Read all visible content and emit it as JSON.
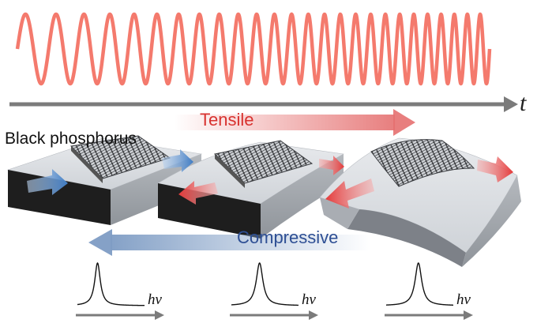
{
  "labels": {
    "material": "Black phosphorus",
    "tensile": "Tensile",
    "compressive": "Compressive",
    "time_axis": "t",
    "photon_energy": "hv"
  },
  "colors": {
    "wave": "#f47a6d",
    "tensile_text": "#d8322f",
    "compressive_text": "#2e4f94",
    "tensile_arrow": "#e57070",
    "compressive_arrow": "#7e9cc4",
    "axis": "#7b7b7b",
    "substrate_top": "#dadde1",
    "substrate_front": "#9a9ea4",
    "substrate_side": "#1e1e1e"
  },
  "wave": {
    "cycles": 26
  },
  "spectra": {
    "count": 3,
    "peak_positions": [
      0.3,
      0.42,
      0.48
    ],
    "peak_widths": [
      0.05,
      0.06,
      0.06
    ]
  },
  "icons": [
    "tensile-arrow-icon",
    "compressive-arrow-icon",
    "strain-arrow-icon",
    "black-phosphorus-lattice-icon"
  ]
}
